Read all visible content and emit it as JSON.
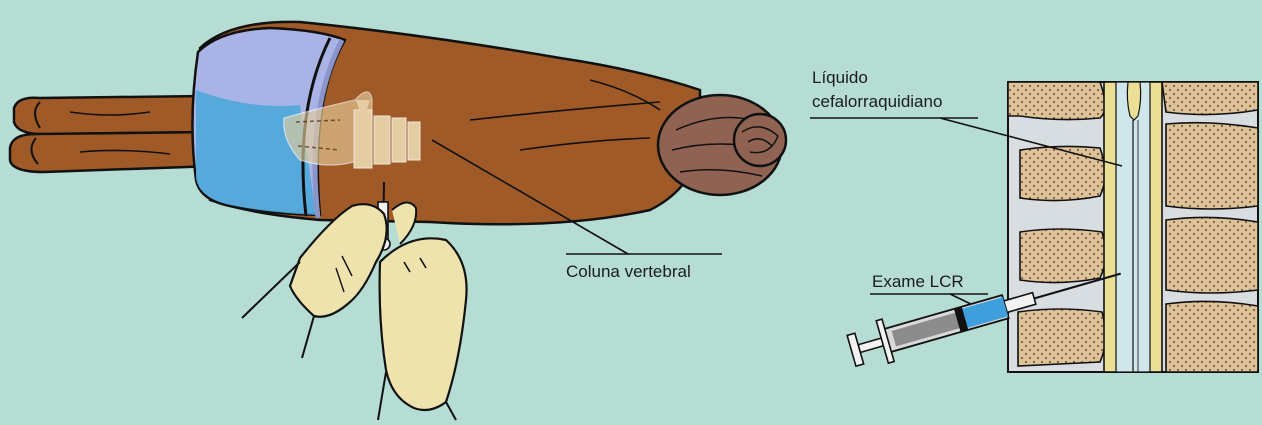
{
  "labels": {
    "spine": "Coluna vertebral",
    "csf_line1": "Líquido",
    "csf_line2": "cefalorraquidiano",
    "exam": "Exame LCR"
  },
  "colors": {
    "background": "#b5ddd3",
    "skin": "#a05a28",
    "skin_dark": "#7a3f18",
    "gown": "#a9b3e6",
    "gown_blue": "#4aa7d8",
    "hair": "#8f6252",
    "glove": "#efe3ad",
    "bone": "#e7cf9b",
    "vertebra_fill": "#dcc39a",
    "disc": "#d7dde0",
    "canal": "#eadf95",
    "csf_fluid": "#cfe6ea",
    "syringe_fluid": "#3e9fdc"
  },
  "icons": [
    "patient-figure",
    "gloved-hands",
    "spine-section",
    "syringe-icon"
  ]
}
